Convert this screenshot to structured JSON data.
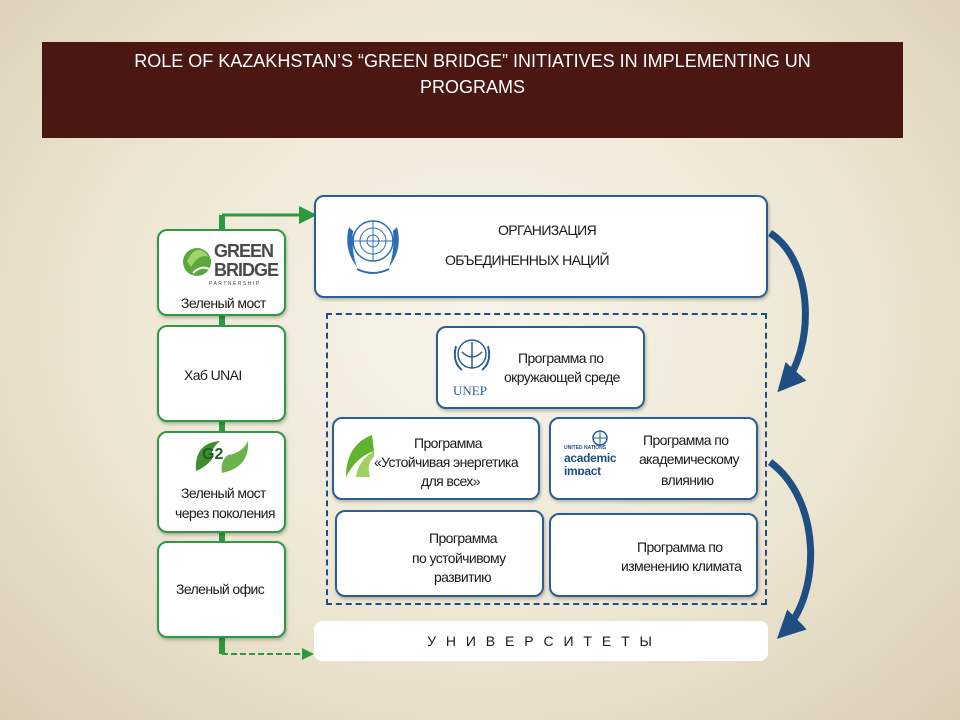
{
  "title": {
    "line1": "ROLE OF KAZAKHSTAN’S “GREEN BRIDGE” INITIATIVES IN IMPLEMENTING UN",
    "line2": "PROGRAMS"
  },
  "left_column": [
    {
      "label": "Зеленый мост",
      "logo": "green-bridge-partnership-logo"
    },
    {
      "label": "Хаб UNAI"
    },
    {
      "label_line1": "Зеленый мост",
      "label_line2": "через поколения",
      "logo": "g2-logo"
    },
    {
      "label": "Зеленый офис"
    }
  ],
  "logos": {
    "green_bridge": {
      "line1": "GREEN",
      "line2": "BRIDGE",
      "line3": "PARTNERSHIP"
    },
    "g2": {
      "mark": "G2"
    },
    "unep": {
      "text": "UNEP"
    },
    "academic_impact": {
      "line1": "UNITED NATIONS",
      "line2": "academic",
      "line3": "impact"
    }
  },
  "un_box": {
    "line1": "ОРГАНИЗАЦИЯ",
    "line2": "ОБЪЕДИНЕННЫХ НАЦИЙ",
    "logo": "un-emblem"
  },
  "programs": {
    "unep": {
      "line1": "Программа по",
      "line2": "окружающей среде"
    },
    "energy": {
      "line1": "Программа",
      "line2": "«Устойчивая энергетика",
      "line3": "для всех»"
    },
    "academic": {
      "line1": "Программа по",
      "line2": "академическому",
      "line3": "влиянию"
    },
    "sustainable": {
      "line1": "Программа",
      "line2": "по устойчивому",
      "line3": "развитию"
    },
    "climate": {
      "line1": "Программа по",
      "line2": "изменению климата"
    }
  },
  "universities": {
    "label": "У Н И В Е Р С И Т Е Т Ы"
  },
  "colors": {
    "title_bg": "#4a1713",
    "green": "#2e9a3f",
    "blue": "#2a5f95",
    "arrow_blue": "#1f4f82"
  }
}
